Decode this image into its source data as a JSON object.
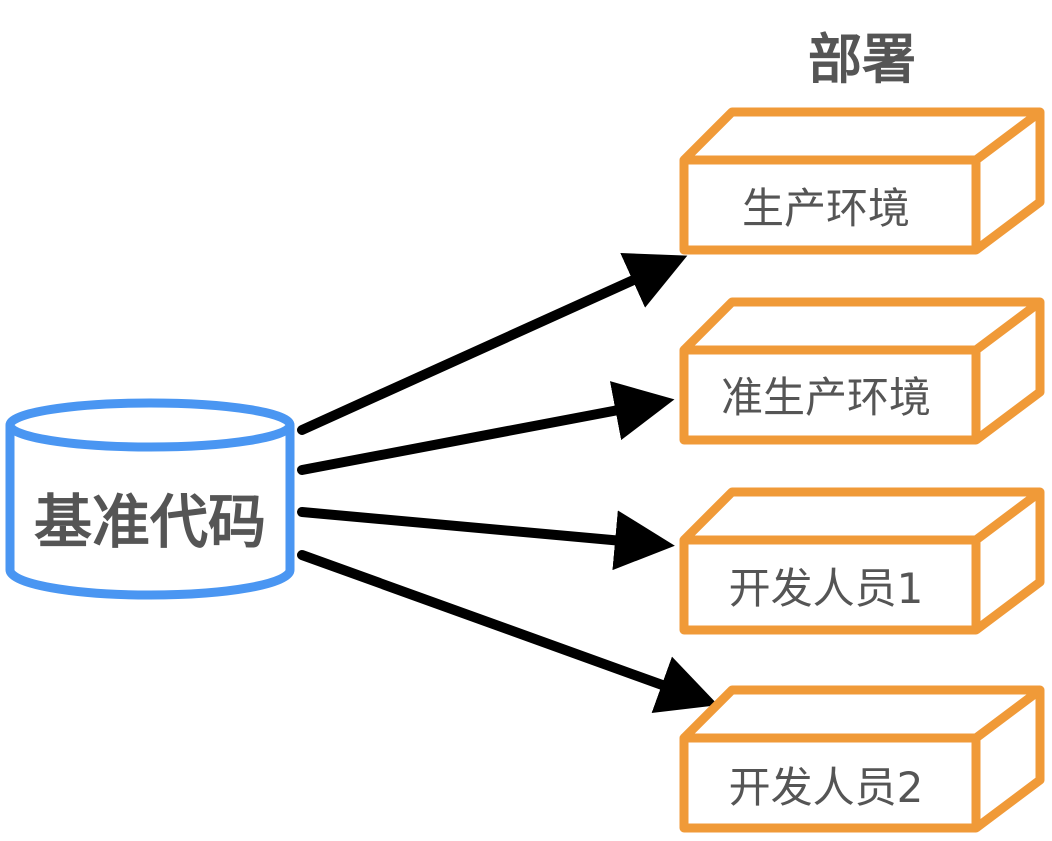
{
  "title": "部署",
  "source": {
    "label": "基准代码"
  },
  "targets": [
    {
      "label": "生产环境"
    },
    {
      "label": "准生产环境"
    },
    {
      "label": "开发人员1"
    },
    {
      "label": "开发人员2"
    }
  ],
  "colors": {
    "source": "#4a96f2",
    "target": "#f09a38",
    "arrow": "#000000",
    "text": "#555555"
  }
}
